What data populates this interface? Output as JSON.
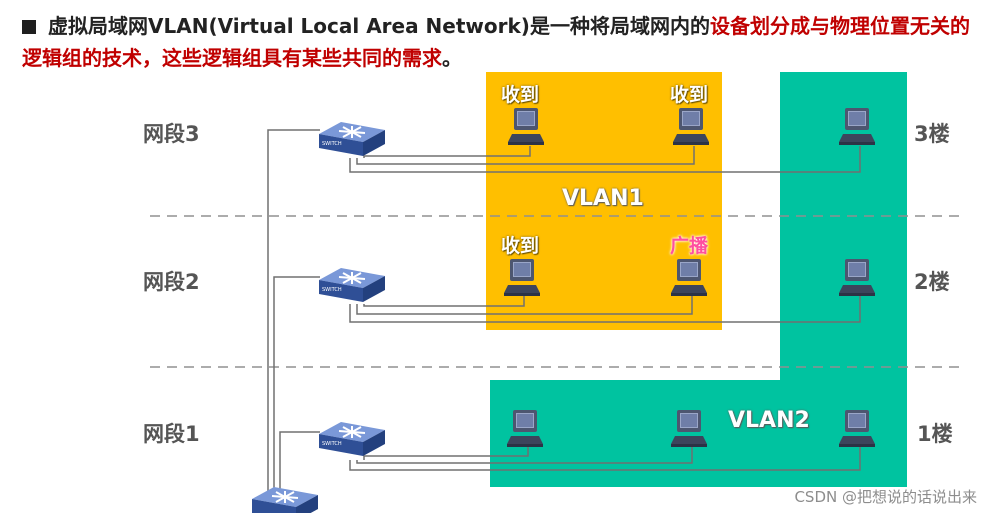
{
  "title": {
    "part1": "虚拟局域网VLAN(Virtual Local Area Network)是一种将局域网内的",
    "part2": "设备划分成与物理位置无关的逻辑组的技术，这些逻辑组具有某些共同的需求",
    "part3": "。"
  },
  "segments": [
    {
      "label": "网段3",
      "floor": "3楼"
    },
    {
      "label": "网段2",
      "floor": "2楼"
    },
    {
      "label": "网段1",
      "floor": "1楼"
    }
  ],
  "vlans": [
    {
      "label": "VLAN1",
      "color": "#ffbf00"
    },
    {
      "label": "VLAN2",
      "color": "#00c3a0"
    }
  ],
  "pc_tags": {
    "received": "收到",
    "broadcast": "广播"
  },
  "switch_text": "SWITCH",
  "watermark": "CSDN @把想说的话说出来",
  "colors": {
    "broadcast_tag": "#ff4fa0",
    "cable": "#707070",
    "switch_body": "#3a5fa8"
  }
}
